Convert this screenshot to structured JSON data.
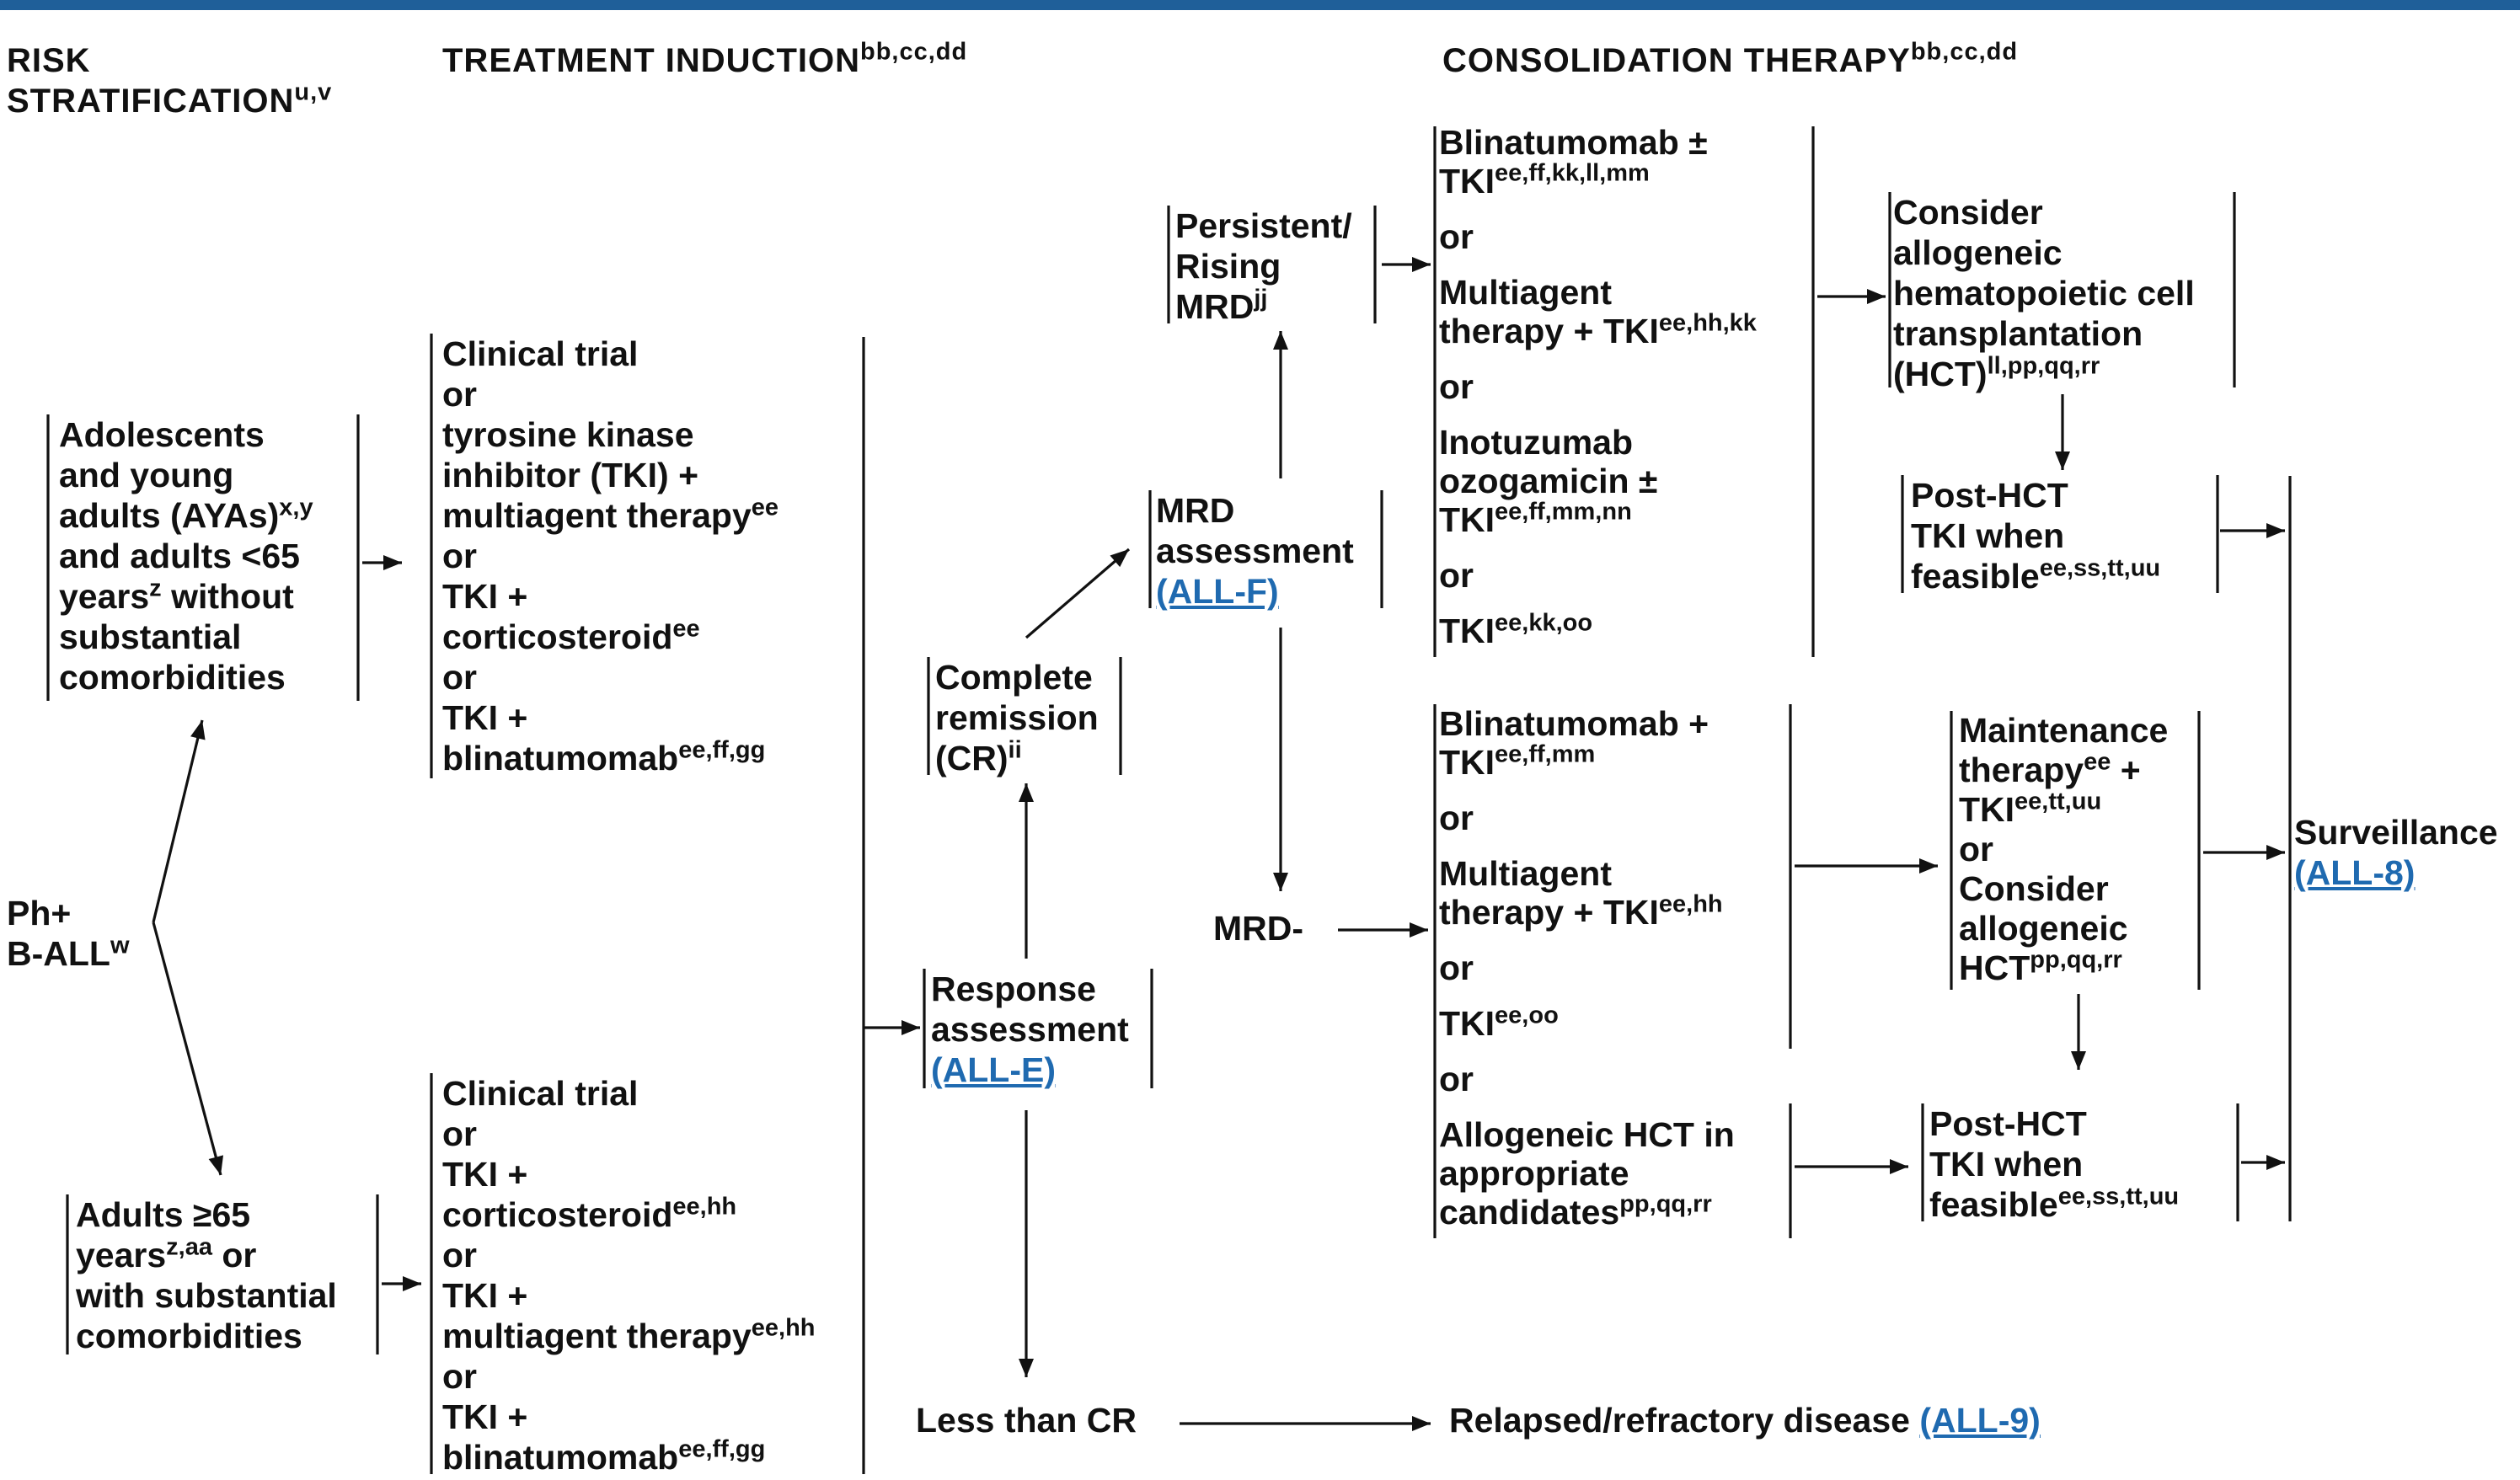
{
  "headers": {
    "risk_line1": "RISK",
    "risk_line2": "STRATIFICATION",
    "risk_sup": "u,v",
    "induction": "TREATMENT INDUCTION",
    "induction_sup": "bb,cc,dd",
    "consolidation": "CONSOLIDATION THERAPY",
    "consolidation_sup": "bb,cc,dd"
  },
  "diagnosis": {
    "line1": "Ph+",
    "line2": "B-ALL",
    "sup": "w"
  },
  "aya": {
    "l1": "Adolescents",
    "l2": "and young",
    "l3": "adults (AYAs)",
    "l3_sup": "x,y",
    "l4": "and adults <65",
    "l5a": "years",
    "l5_sup": "z",
    "l5b": " without",
    "l6": "substantial",
    "l7": "comorbidities"
  },
  "older": {
    "l1": "Adults ≥65",
    "l2a": "years",
    "l2_sup": "z,aa",
    "l2b": " or",
    "l3": "with substantial",
    "l4": "comorbidities"
  },
  "induction_aya": {
    "l1": "Clinical trial",
    "l2": "or",
    "l3": "tyrosine kinase",
    "l4": "inhibitor (TKI) +",
    "l5": "multiagent therapy",
    "l5_sup": "ee",
    "l6": "or",
    "l7": "TKI +",
    "l8": "corticosteroid",
    "l8_sup": "ee",
    "l9": "or",
    "l10": "TKI +",
    "l11": "blinatumomab",
    "l11_sup": "ee,ff,gg"
  },
  "induction_older": {
    "l1": "Clinical trial",
    "l2": "or",
    "l3": "TKI +",
    "l4": "corticosteroid",
    "l4_sup": "ee,hh",
    "l5": "or",
    "l6": "TKI +",
    "l7": "multiagent therapy",
    "l7_sup": "ee,hh",
    "l8": "or",
    "l9": "TKI +",
    "l10": "blinatumomab",
    "l10_sup": "ee,ff,gg"
  },
  "response": {
    "l1": "Response",
    "l2": "assessment",
    "link": "(ALL-E)"
  },
  "cr": {
    "l1": "Complete",
    "l2": "remission",
    "l3": "(CR)",
    "l3_sup": "ii"
  },
  "less_cr": "Less than CR",
  "relapsed": {
    "text": "Relapsed/refractory disease ",
    "link": "(ALL-9)"
  },
  "mrd_assess": {
    "l1": "MRD",
    "l2": "assessment",
    "link": "(ALL-F)"
  },
  "persistent": {
    "l1": "Persistent/",
    "l2": "Rising",
    "l3": "MRD",
    "l3_sup": "jj"
  },
  "mrd_neg": "MRD-",
  "consol_pos": {
    "a1": "Blinatumomab ±",
    "a2": "TKI",
    "a2_sup": "ee,ff,kk,ll,mm",
    "or1": "or",
    "b1": "Multiagent",
    "b2": "therapy + TKI",
    "b2_sup": "ee,hh,kk",
    "or2": "or",
    "c1": "Inotuzumab",
    "c2": "ozogamicin ±",
    "c3": "TKI",
    "c3_sup": "ee,ff,mm,nn",
    "or3": "or",
    "d1": "TKI",
    "d1_sup": "ee,kk,oo"
  },
  "consol_neg": {
    "a1": "Blinatumomab +",
    "a2": "TKI",
    "a2_sup": "ee,ff,mm",
    "or1": "or",
    "b1": "Multiagent",
    "b2": "therapy + TKI",
    "b2_sup": "ee,hh",
    "or2": "or",
    "c1": "TKI",
    "c1_sup": "ee,oo",
    "or3": "or",
    "d1": "Allogeneic HCT in",
    "d2": "appropriate",
    "d3": "candidates",
    "d3_sup": "pp,qq,rr"
  },
  "hct_consider": {
    "l1": "Consider",
    "l2": "allogeneic",
    "l3": "hematopoietic cell",
    "l4": "transplantation",
    "l5": "(HCT)",
    "l5_sup": "ll,pp,qq,rr"
  },
  "post_hct_1": {
    "l1": "Post-HCT",
    "l2": "TKI when",
    "l3": "feasible",
    "l3_sup": "ee,ss,tt,uu"
  },
  "maintenance": {
    "l1": "Maintenance",
    "l2": "therapy",
    "l2_sup": "ee",
    "l2b": " +",
    "l3": "TKI",
    "l3_sup": "ee,tt,uu",
    "l4": "or",
    "l5": "Consider",
    "l6": "allogeneic",
    "l7": "HCT",
    "l7_sup": "pp,qq,rr"
  },
  "post_hct_2": {
    "l1": "Post-HCT",
    "l2": "TKI when",
    "l3": "feasible",
    "l3_sup": "ee,ss,tt,uu"
  },
  "surveillance": {
    "l1": "Surveillance",
    "link": "(ALL-8)"
  }
}
